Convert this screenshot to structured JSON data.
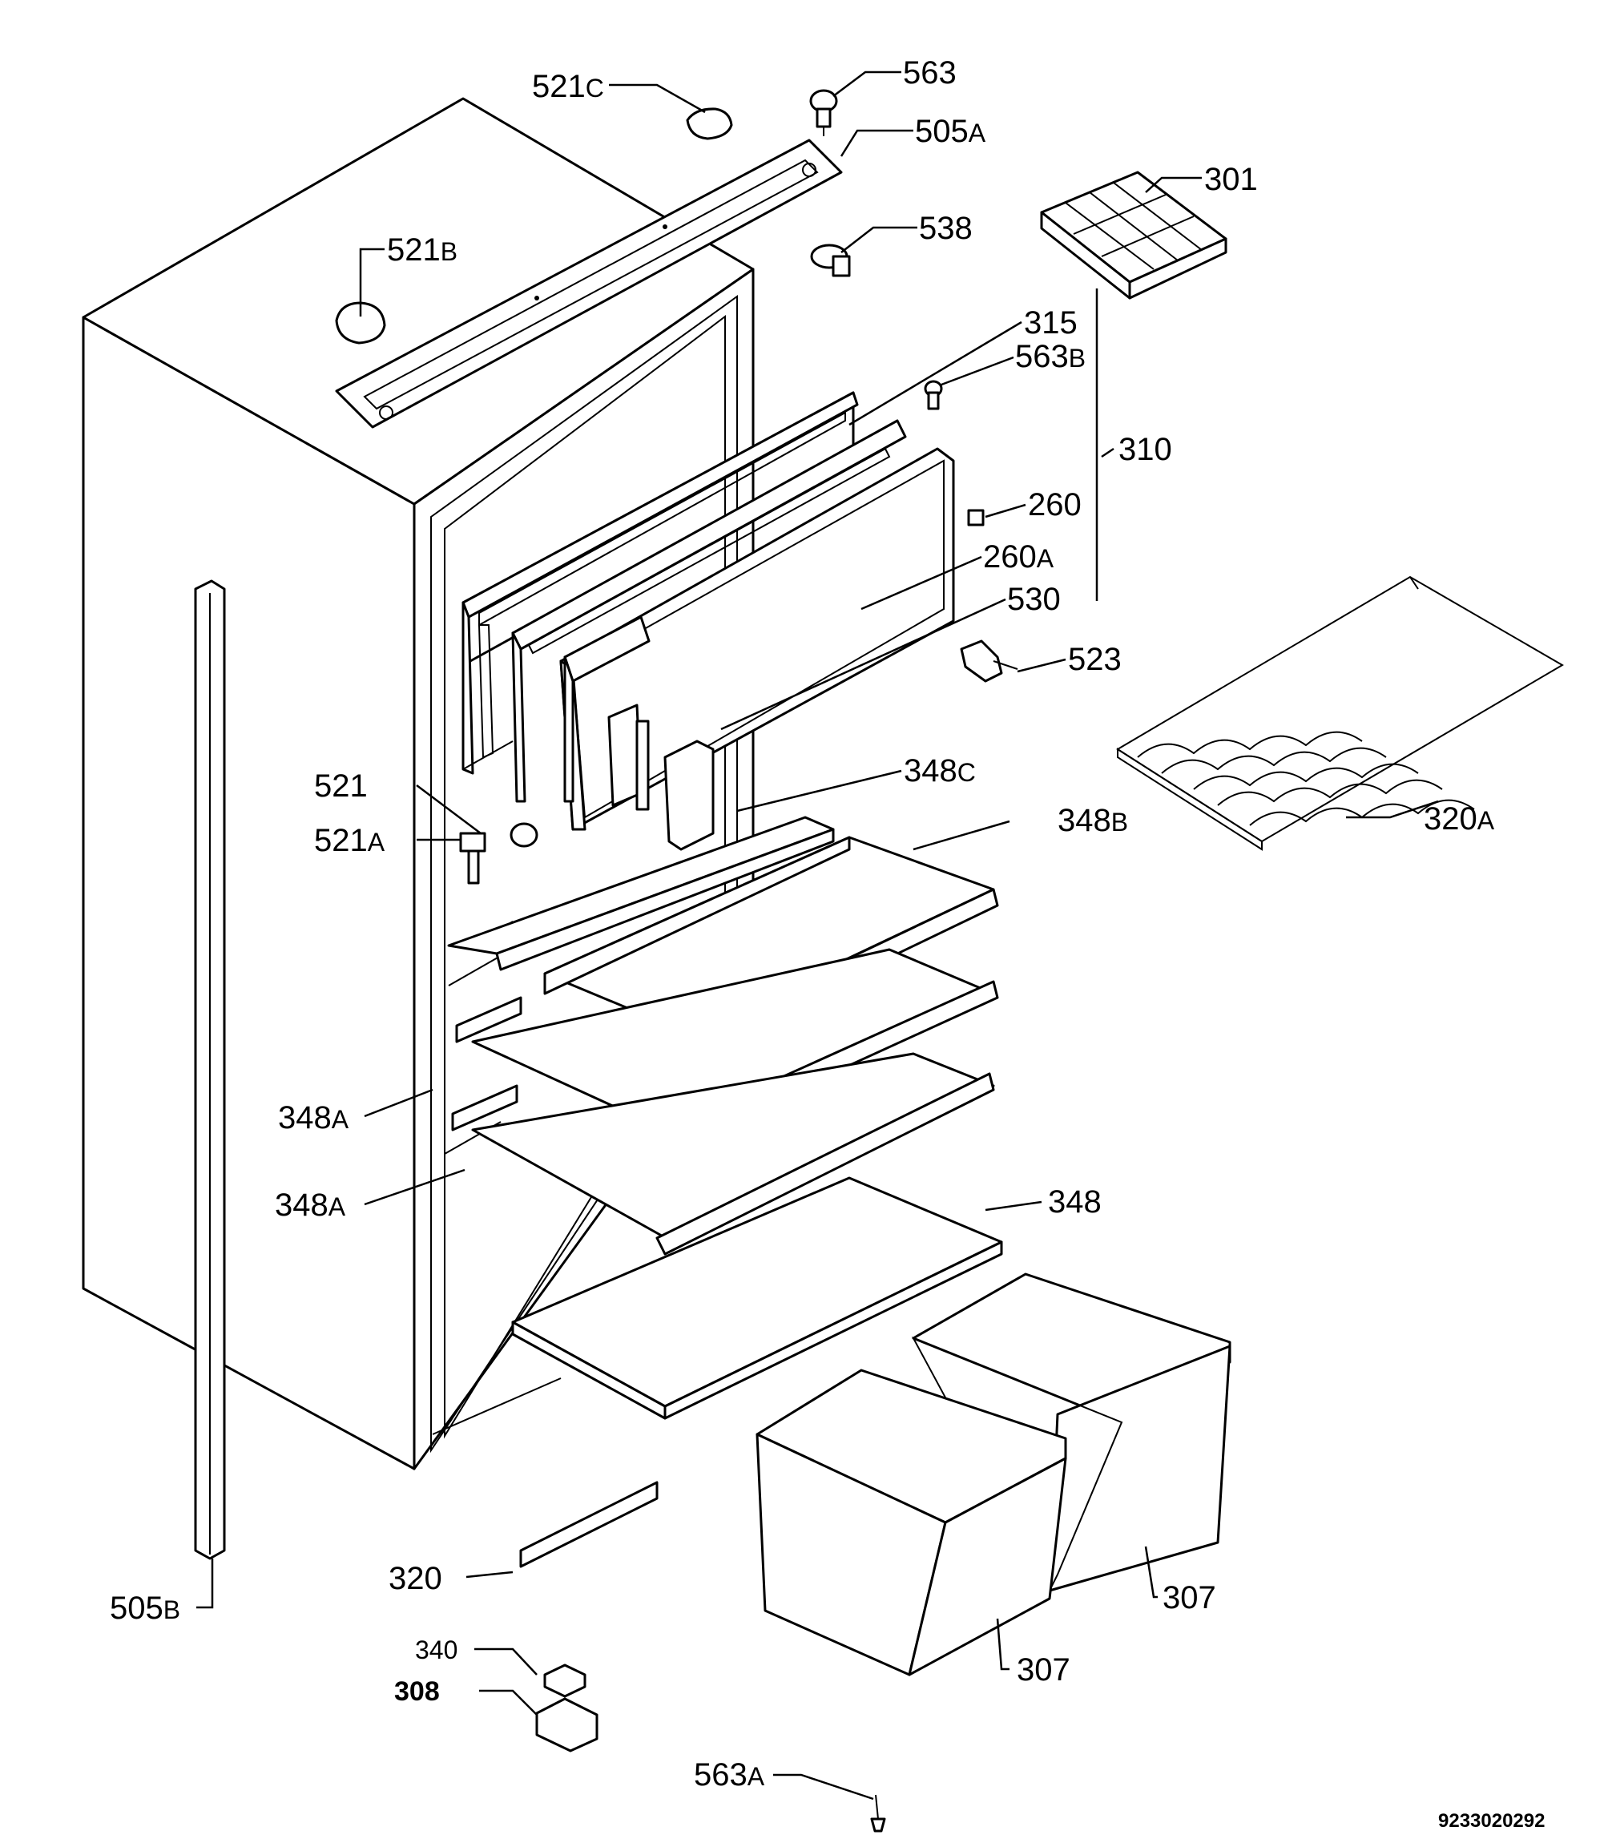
{
  "document_number": "9233020292",
  "callouts": {
    "c521c": {
      "num": "521",
      "suffix": "C"
    },
    "c563": {
      "num": "563",
      "suffix": ""
    },
    "c505a": {
      "num": "505",
      "suffix": "A"
    },
    "c301": {
      "num": "301",
      "suffix": ""
    },
    "c521b": {
      "num": "521",
      "suffix": "B"
    },
    "c538": {
      "num": "538",
      "suffix": ""
    },
    "c315": {
      "num": "315",
      "suffix": ""
    },
    "c563b": {
      "num": "563",
      "suffix": "B"
    },
    "c310": {
      "num": "310",
      "suffix": ""
    },
    "c260": {
      "num": "260",
      "suffix": ""
    },
    "c260a": {
      "num": "260",
      "suffix": "A"
    },
    "c530": {
      "num": "530",
      "suffix": ""
    },
    "c523": {
      "num": "523",
      "suffix": ""
    },
    "c320a": {
      "num": "320",
      "suffix": "A"
    },
    "c521": {
      "num": "521",
      "suffix": ""
    },
    "c348c": {
      "num": "348",
      "suffix": "C"
    },
    "c521a": {
      "num": "521",
      "suffix": "A"
    },
    "c348b": {
      "num": "348",
      "suffix": "B"
    },
    "c348a1": {
      "num": "348",
      "suffix": "A"
    },
    "c348a2": {
      "num": "348",
      "suffix": "A"
    },
    "c348": {
      "num": "348",
      "suffix": ""
    },
    "c320": {
      "num": "320",
      "suffix": ""
    },
    "c307r": {
      "num": "307",
      "suffix": ""
    },
    "c505b": {
      "num": "505",
      "suffix": "B"
    },
    "c307b": {
      "num": "307",
      "suffix": ""
    },
    "c340": {
      "num": "340",
      "suffix": ""
    },
    "c308": {
      "num": "308",
      "suffix": ""
    },
    "c563a": {
      "num": "563",
      "suffix": "A"
    }
  }
}
